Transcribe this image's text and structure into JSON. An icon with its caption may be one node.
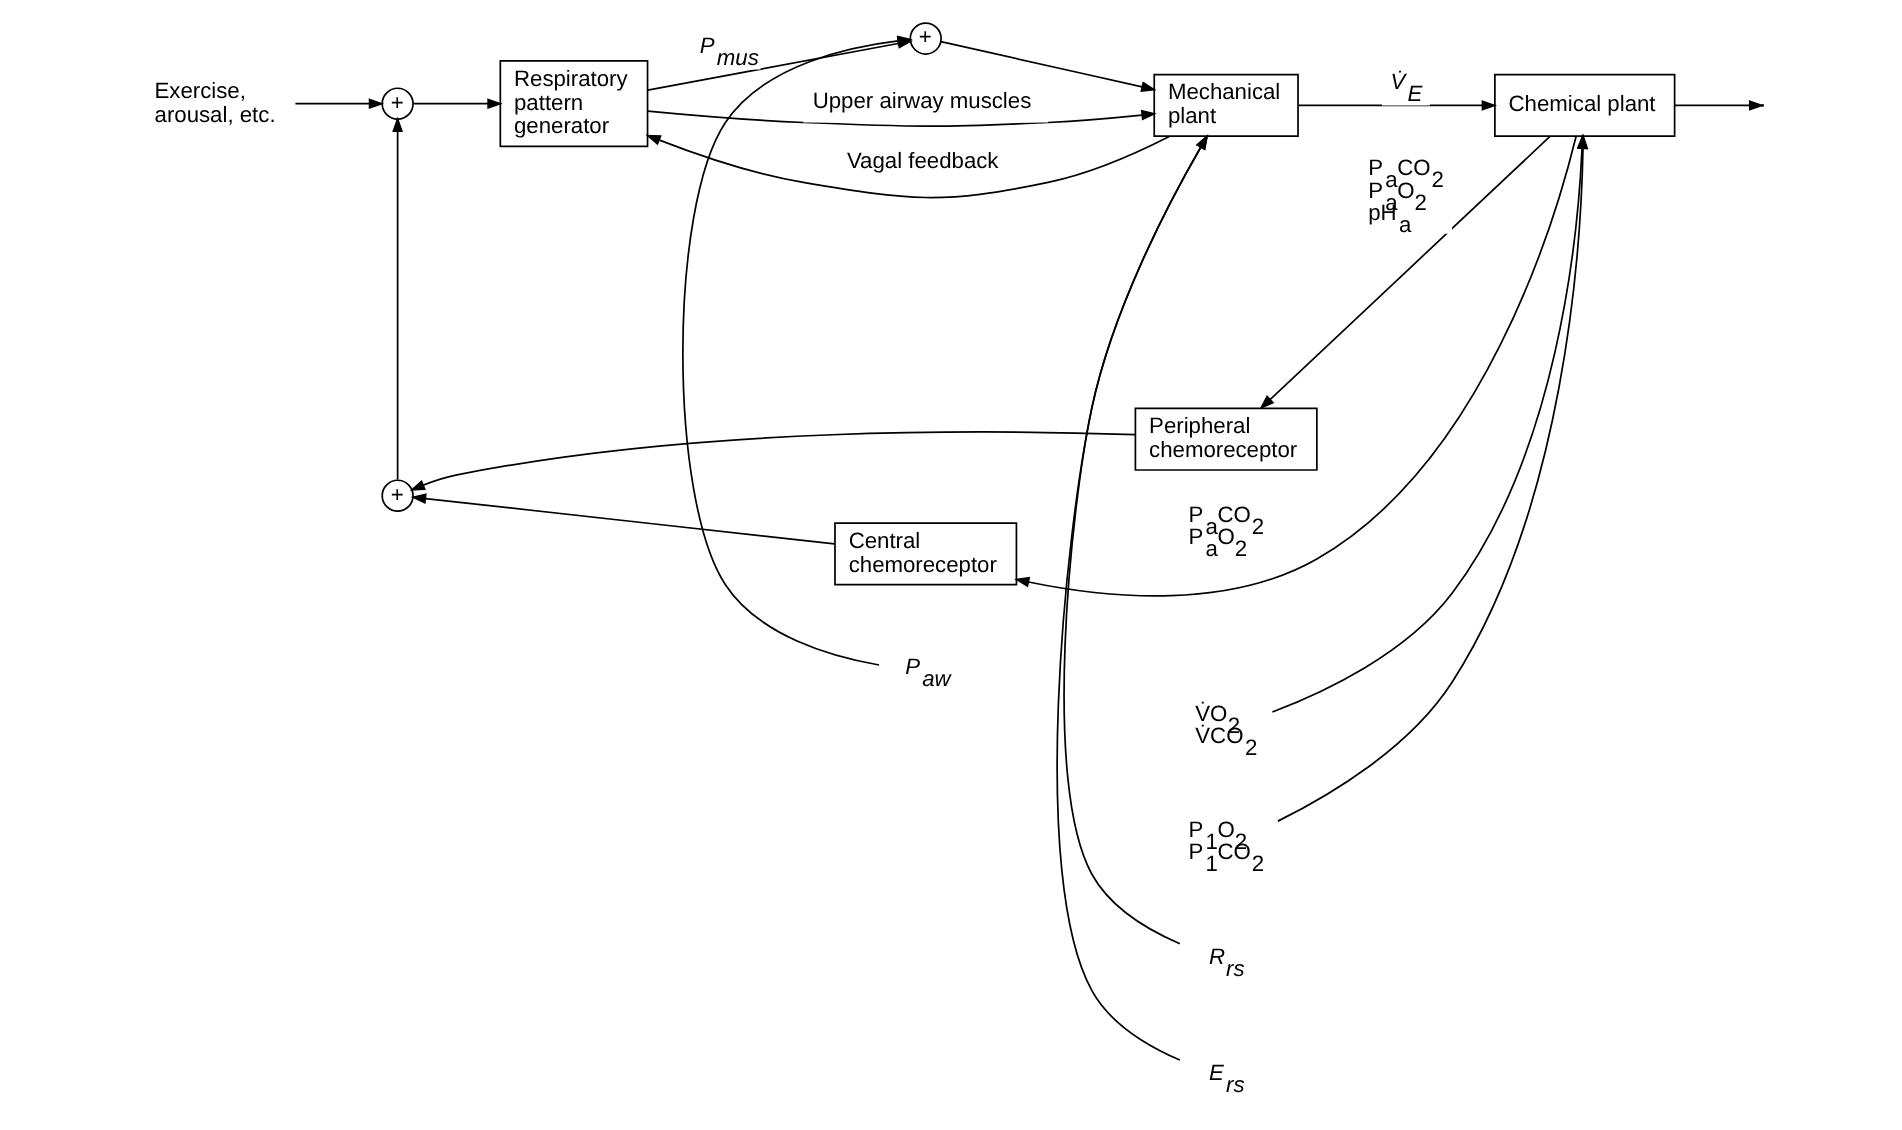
{
  "diagram": {
    "nodes": [
      {
        "text": [
          "Exercise, arousal, etc."
        ]
      },
      {
        "text": [
          "+"
        ]
      },
      {
        "text": [
          "Respiratory pattern generator"
        ]
      },
      {
        "text": [
          "+"
        ]
      },
      {
        "text": [
          "P$_{aw}$"
        ]
      },
      {
        "text": [
          "Mechanical plant"
        ]
      },
      {
        "text": [
          "R$_{rs}$"
        ]
      },
      {
        "text": [
          "E$_{rs}$"
        ]
      },
      {
        "text": [
          "Chemical plant"
        ]
      },
      {
        "text": [
          "V̇O$_{2}$ V̇CO$_{2}$"
        ]
      },
      {
        "text": [
          "P$_{1}$O$_{2}$ P$_{1}$CO$_{2}$"
        ]
      },
      {
        "text": [
          "Peripheral chemoreceptor"
        ]
      },
      {
        "text": [
          "Central chemoreceptor"
        ]
      },
      {
        "text": [
          "+"
        ]
      }
    ],
    "edges": [
      {
        "from": 0,
        "to": 1,
        "arrow": "to"
      },
      {
        "from": 1,
        "to": 2,
        "arrow": "to"
      },
      {
        "from": 2,
        "to": 3,
        "arrow": "to",
        "label": "P$_{mus}$"
      },
      {
        "from": 4,
        "to": 3,
        "arrow": "to"
      },
      {
        "from": 3,
        "to": 5,
        "arrow": "to"
      },
      {
        "from": 5,
        "to": 8,
        "arrow": "to",
        "label": "V̇$_{E}$"
      },
      {
        "from": 6,
        "to": 5,
        "arrow": "to"
      },
      {
        "from": 7,
        "to": 5,
        "arrow": "to"
      },
      {
        "from": 9,
        "to": 8,
        "arrow": "to"
      },
      {
        "from": 10,
        "to": 8,
        "arrow": "to"
      },
      {
        "from": 8,
        "to": null,
        "arrow": "to"
      },
      {
        "from": 2,
        "to": 5,
        "arrow": "to",
        "label": "Upper airway muscles"
      },
      {
        "from": 5,
        "to": 2,
        "arrow": "to",
        "label": "Vagal feedback"
      },
      {
        "from": 8,
        "to": 11,
        "arrow": "to",
        "label": "P$_{a}$CO$_{2}$ P$_{a}$O$_{2}$ pH$_{a}$"
      },
      {
        "from": 8,
        "to": 12,
        "arrow": "to",
        "label": "P$_{a}$CO$_{2}$ P$_{a}$O$_{2}$"
      },
      {
        "from": 11,
        "to": 13,
        "arrow": "to"
      },
      {
        "from": 12,
        "to": 13,
        "arrow": "to"
      },
      {
        "from": 13,
        "to": 1,
        "arrow": "to"
      }
    ]
  }
}
